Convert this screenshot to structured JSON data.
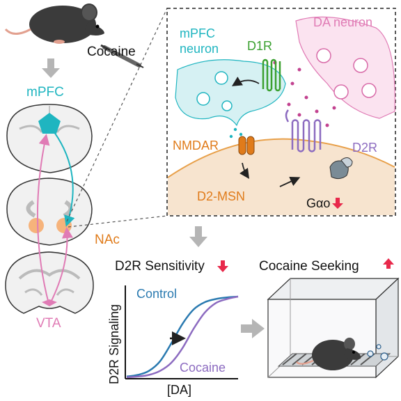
{
  "left_panel": {
    "cocaine_label": "Cocaine",
    "mpfc_label": "mPFC",
    "nac_label": "NAc",
    "vta_label": "VTA"
  },
  "inset": {
    "mpfc_neuron_line1": "mPFC",
    "mpfc_neuron_line2": "neuron",
    "da_neuron_label": "DA neuron",
    "d1r_label": "D1R",
    "nmdar_label": "NMDAR",
    "d2r_label": "D2R",
    "d2msn_label": "D2-MSN",
    "galpha_label": "Gαo"
  },
  "results": {
    "d2r_sensitivity_label": "D2R Sensitivity",
    "cocaine_seeking_label": "Cocaine Seeking"
  },
  "chart_data": {
    "type": "line",
    "xlabel": "[DA]",
    "ylabel": "D2R Signaling",
    "series": [
      {
        "name": "Control",
        "x": [
          0,
          1,
          2,
          3,
          4,
          5,
          6,
          7,
          8,
          9,
          10
        ],
        "values": [
          0.01,
          0.03,
          0.08,
          0.2,
          0.42,
          0.66,
          0.84,
          0.93,
          0.97,
          0.99,
          1.0
        ]
      },
      {
        "name": "Cocaine",
        "x": [
          0,
          1,
          2,
          3,
          4,
          5,
          6,
          7,
          8,
          9,
          10
        ],
        "values": [
          0.0,
          0.01,
          0.03,
          0.08,
          0.18,
          0.36,
          0.6,
          0.8,
          0.92,
          0.97,
          1.0
        ]
      }
    ]
  },
  "colors": {
    "mpfc": "#1fb5c0",
    "da_neuron": "#e07bb5",
    "d1r": "#3aa02f",
    "nmdar": "#e07b1a",
    "d2r": "#8c6bc0",
    "control_curve": "#2a7ab0",
    "cocaine_curve": "#8c6bc0",
    "msn_fill": "#f7e4cf",
    "arrow_down_red": "#e8294b",
    "arrow_up_red": "#e8294b"
  }
}
